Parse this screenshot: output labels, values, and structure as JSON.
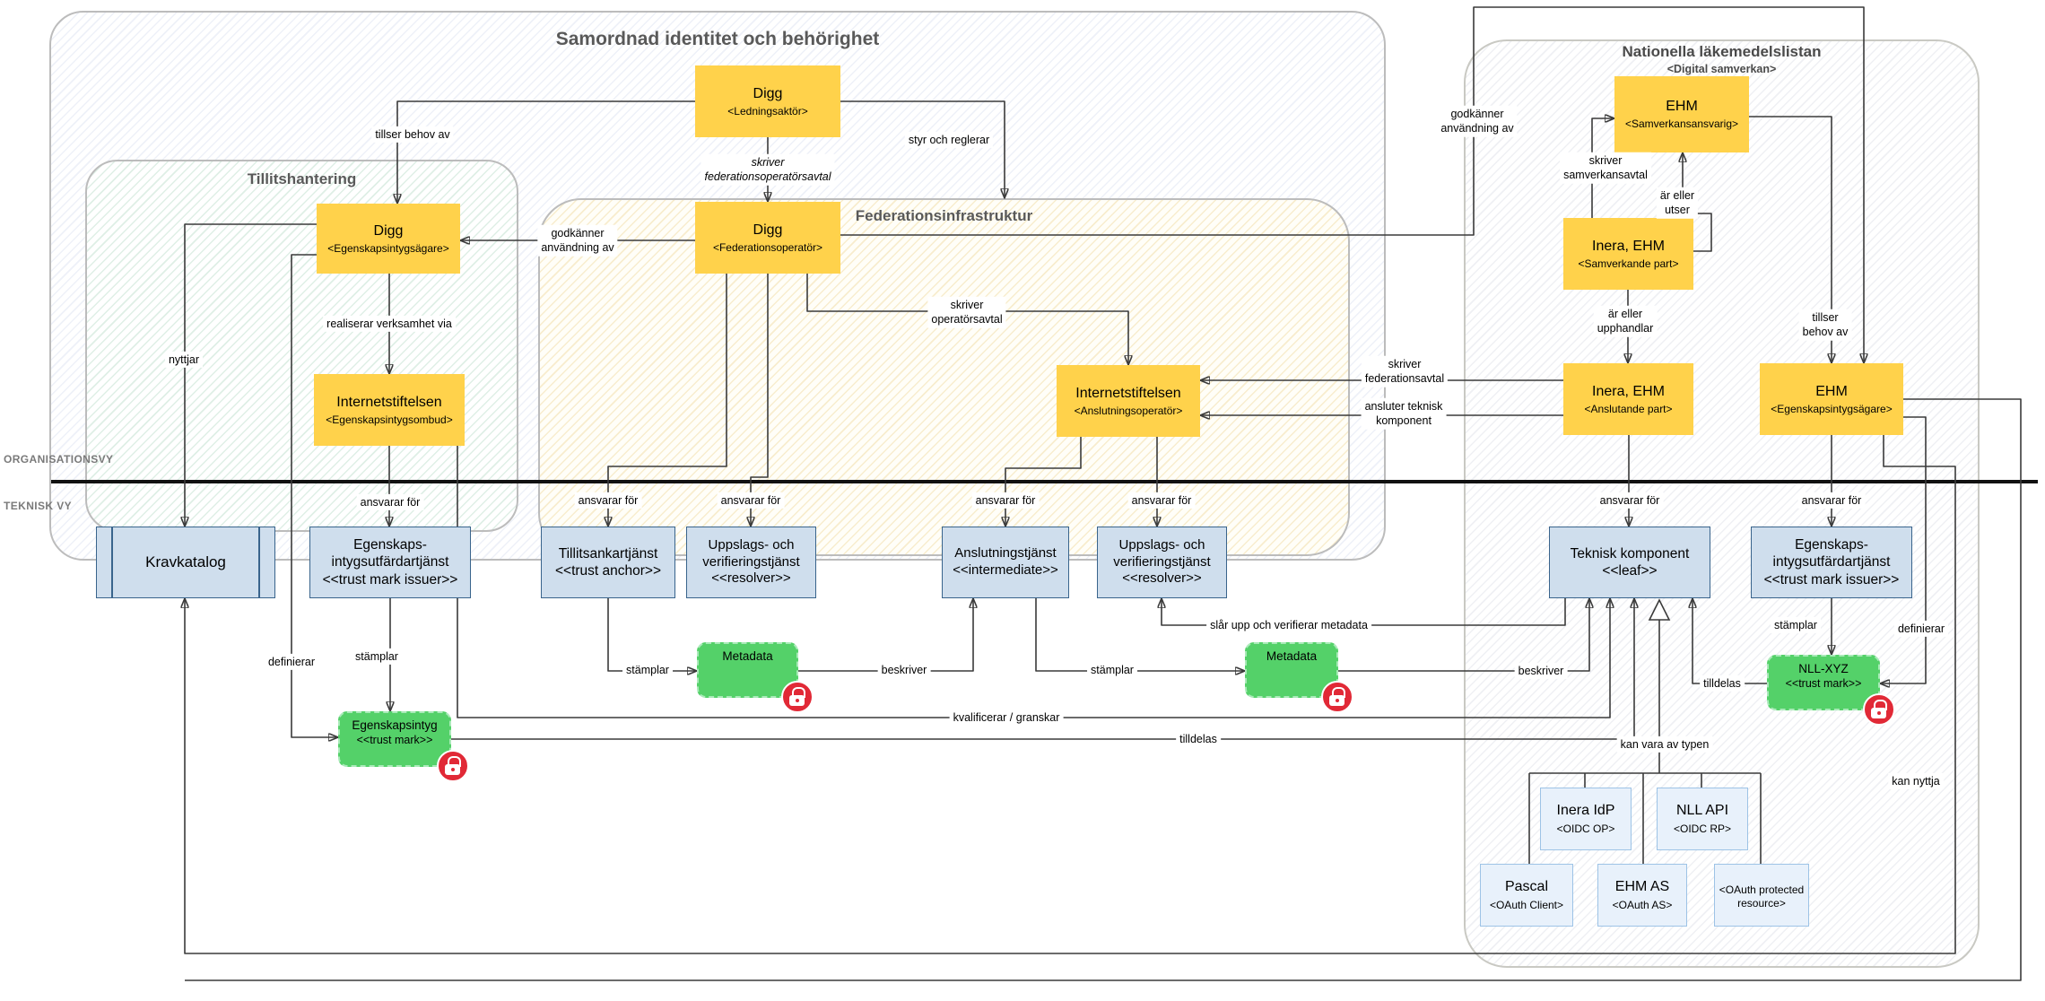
{
  "titles": {
    "samordnad": "Samordnad identitet och behörighet",
    "tillitshantering": "Tillitshantering",
    "federationsinfrastruktur": "Federationsinfrastruktur",
    "nll": "Nationella läkemedelslistan",
    "nll_sub": "<Digital samverkan>"
  },
  "views": {
    "org": "ORGANISATIONSVY",
    "tech": "TEKNISK VY"
  },
  "org_boxes": {
    "digg_ledning": {
      "name": "Digg",
      "role": "<Ledningsaktör>"
    },
    "digg_agare": {
      "name": "Digg",
      "role": "<Egenskapsintygsägare>"
    },
    "inet_ombud": {
      "name": "Internetstiftelsen",
      "role": "<Egenskapsintygsombud>"
    },
    "digg_fedop": {
      "name": "Digg",
      "role": "<Federationsoperatör>"
    },
    "inet_anslop": {
      "name": "Internetstiftelsen",
      "role": "<Anslutningsoperatör>"
    },
    "ehm_samv": {
      "name": "EHM",
      "role": "<Samverkansansvarig>"
    },
    "inera_samv": {
      "name": "Inera, EHM",
      "role": "<Samverkande part>"
    },
    "inera_ansl": {
      "name": "Inera, EHM",
      "role": "<Anslutande part>"
    },
    "ehm_agare": {
      "name": "EHM",
      "role": "<Egenskapsintygsägare>"
    }
  },
  "service_boxes": {
    "kravkatalog": {
      "name": "Kravkatalog"
    },
    "egenskaps1": {
      "name": "Egenskaps-\nintygsutfärdartjänst",
      "stereotype": "<<trust mark issuer>>"
    },
    "tillitsankar": {
      "name": "Tillitsankartjänst",
      "stereotype": "<<trust anchor>>"
    },
    "uppslags1": {
      "name": "Uppslags- och\nverifieringstjänst",
      "stereotype": "<<resolver>>"
    },
    "anslutning": {
      "name": "Anslutningstjänst",
      "stereotype": "<<intermediate>>"
    },
    "uppslags2": {
      "name": "Uppslags- och\nverifieringstjänst",
      "stereotype": "<<resolver>>"
    },
    "teknisk": {
      "name": "Teknisk komponent",
      "stereotype": "<<leaf>>"
    },
    "egenskaps2": {
      "name": "Egenskaps-\nintygsutfärdartjänst",
      "stereotype": "<<trust mark issuer>>"
    }
  },
  "artifact_boxes": {
    "egenskapsintyg": {
      "name": "Egenskapsintyg",
      "stereotype": "<<trust mark>>"
    },
    "metadata1": {
      "name": "Metadata"
    },
    "metadata2": {
      "name": "Metadata"
    },
    "nllxyz": {
      "name": "NLL-XYZ",
      "stereotype": "<<trust mark>>"
    }
  },
  "type_boxes": {
    "inera_idp": {
      "name": "Inera IdP",
      "role": "<OIDC OP>"
    },
    "nll_api": {
      "name": "NLL API",
      "role": "<OIDC RP>"
    },
    "pascal": {
      "name": "Pascal",
      "role": "<OAuth Client>"
    },
    "ehm_as": {
      "name": "EHM AS",
      "role": "<OAuth AS>"
    },
    "oauth_pr": {
      "name": "<OAuth protected\nresource>"
    }
  },
  "edge_labels": {
    "tillser1": "tillser behov av",
    "tillser2": "tillser\nbehov av",
    "styr": "styr och reglerar",
    "skriver_fedop": "skriver\nfederationsoperatörsavtal",
    "godkanner": "godkänner\nanvändning av",
    "realiserar": "realiserar verksamhet via",
    "nyttjar": "nyttjar",
    "definierar": "definierar",
    "ansvarar": "ansvarar för",
    "skriver_op": "skriver\noperatörsavtal",
    "skriver_fedavtal": "skriver\nfederationsavtal",
    "ansluter": "ansluter teknisk\nkomponent",
    "skriver_samv": "skriver\nsamverkansavtal",
    "ar_utser": "är eller\nutser",
    "ar_upphandlar": "är eller\nupphandlar",
    "stamplar": "stämplar",
    "beskriver": "beskriver",
    "slar_upp": "slår upp och verifierar metadata",
    "kvalificerar": "kvalificerar / granskar",
    "tilldelas": "tilldelas",
    "kan_vara": "kan vara av typen",
    "kan_nyttja": "kan nyttja"
  },
  "colors": {
    "org_box": "#ffd24b",
    "service_box_fill": "#cfdeed",
    "service_box_border": "#39648c",
    "artifact_green": "#54d169",
    "lock_red": "#e12936",
    "edge": "#3a3a3a",
    "heading_gray": "#595959"
  }
}
